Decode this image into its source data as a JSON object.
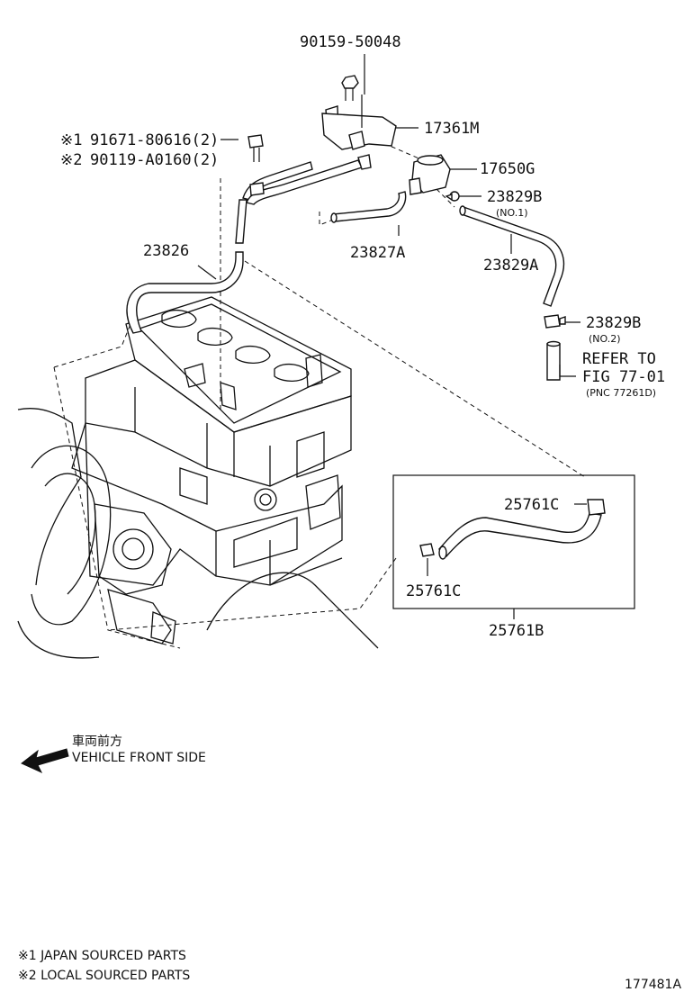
{
  "labels": {
    "bolt_top": "90159-50048",
    "bracket": "17361M",
    "note1_mark": "※1",
    "note1_part": "91671-80616(2)",
    "note2_mark": "※2",
    "note2_part": "90119-A0160(2)",
    "valve": "17650G",
    "clamp_no1": "23829B",
    "clamp_no1_sub": "(NO.1)",
    "hose_a": "23827A",
    "hose_b": "23829A",
    "hose_main": "23826",
    "clamp_no2": "23829B",
    "clamp_no2_sub": "(NO.2)",
    "refer1": "REFER TO",
    "refer2": "FIG 77-01",
    "refer3": "(PNC 77261D)",
    "clamp_c1": "25761C",
    "clamp_c2": "25761C",
    "hose_assy": "25761B"
  },
  "front": {
    "jp": "車両前方",
    "en": "VEHICLE FRONT SIDE"
  },
  "footnotes": {
    "n1": "※1 JAPAN SOURCED PARTS",
    "n2": "※2 LOCAL SOURCED PARTS"
  },
  "figure_id": "177481A"
}
